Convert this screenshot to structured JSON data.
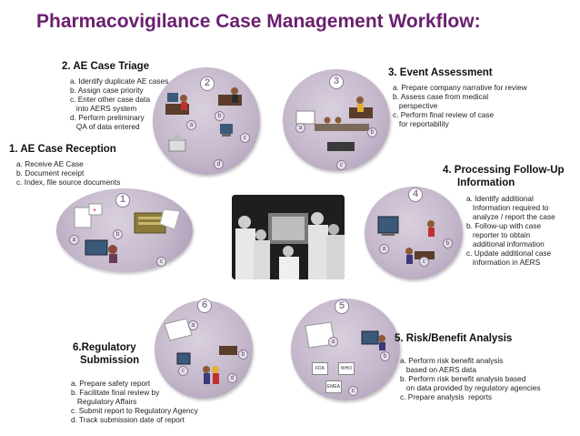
{
  "title": "Pharmacovigilance Case Management Workflow:",
  "steps": [
    {
      "title": "1. AE Case Reception",
      "badge": "1",
      "items": [
        "a. Receive AE Case",
        "b. Document receipt",
        "c. Index, file source documents"
      ],
      "markers": [
        "a",
        "b",
        "c"
      ]
    },
    {
      "title": "2.  AE Case Triage",
      "badge": "2",
      "items": [
        "a. Identify duplicate AE cases",
        "b. Assign case priority",
        "c. Enter other case data",
        "   into AERS system",
        "d. Perform preliminary",
        "   QA of data entered"
      ],
      "markers": [
        "a",
        "b",
        "c",
        "d"
      ]
    },
    {
      "title": "3. Event Assessment",
      "badge": "3",
      "items": [
        "a. Prepare company narrative for review",
        "b. Assess case from medical",
        "   perspective",
        "c. Perform final review of case",
        "   for reportability"
      ],
      "markers": [
        "a",
        "b",
        "c"
      ]
    },
    {
      "title": "4. Processing Follow-Up",
      "title2": "Information",
      "badge": "4",
      "items": [
        "a. Identify additional",
        "   Information required to",
        "   analyze / report the case",
        "b. Follow-up with case",
        "   reporter to obtain",
        "   additional information",
        "c. Update additional case",
        "   information in AERS"
      ],
      "markers": [
        "a",
        "b",
        "c"
      ]
    },
    {
      "title": "5. Risk/Benefit Analysis",
      "badge": "5",
      "items": [
        "a. Perform risk benefit analysis",
        "   based on AERS data",
        "b. Perform risk benefit analysis based",
        "   on data provided by regulatory agencies",
        "c. Prepare analysis  reports"
      ],
      "markers": [
        "a",
        "b",
        "c"
      ],
      "agencies": [
        "FDA",
        "WHO",
        "EMEA"
      ]
    },
    {
      "title": "6.Regulatory",
      "title2": "Submission",
      "badge": "6",
      "items": [
        "a. Prepare safety report",
        "b. Facilitate final review by",
        "   Regulatory Affairs",
        "c. Submit report to Regulatory Agency",
        "d. Track submission date of report"
      ],
      "markers": [
        "a",
        "b",
        "c",
        "d"
      ]
    }
  ],
  "colors": {
    "title": "#6a1f6e",
    "circle": "#c5b8cc",
    "badge_border": "#8e7d99"
  }
}
